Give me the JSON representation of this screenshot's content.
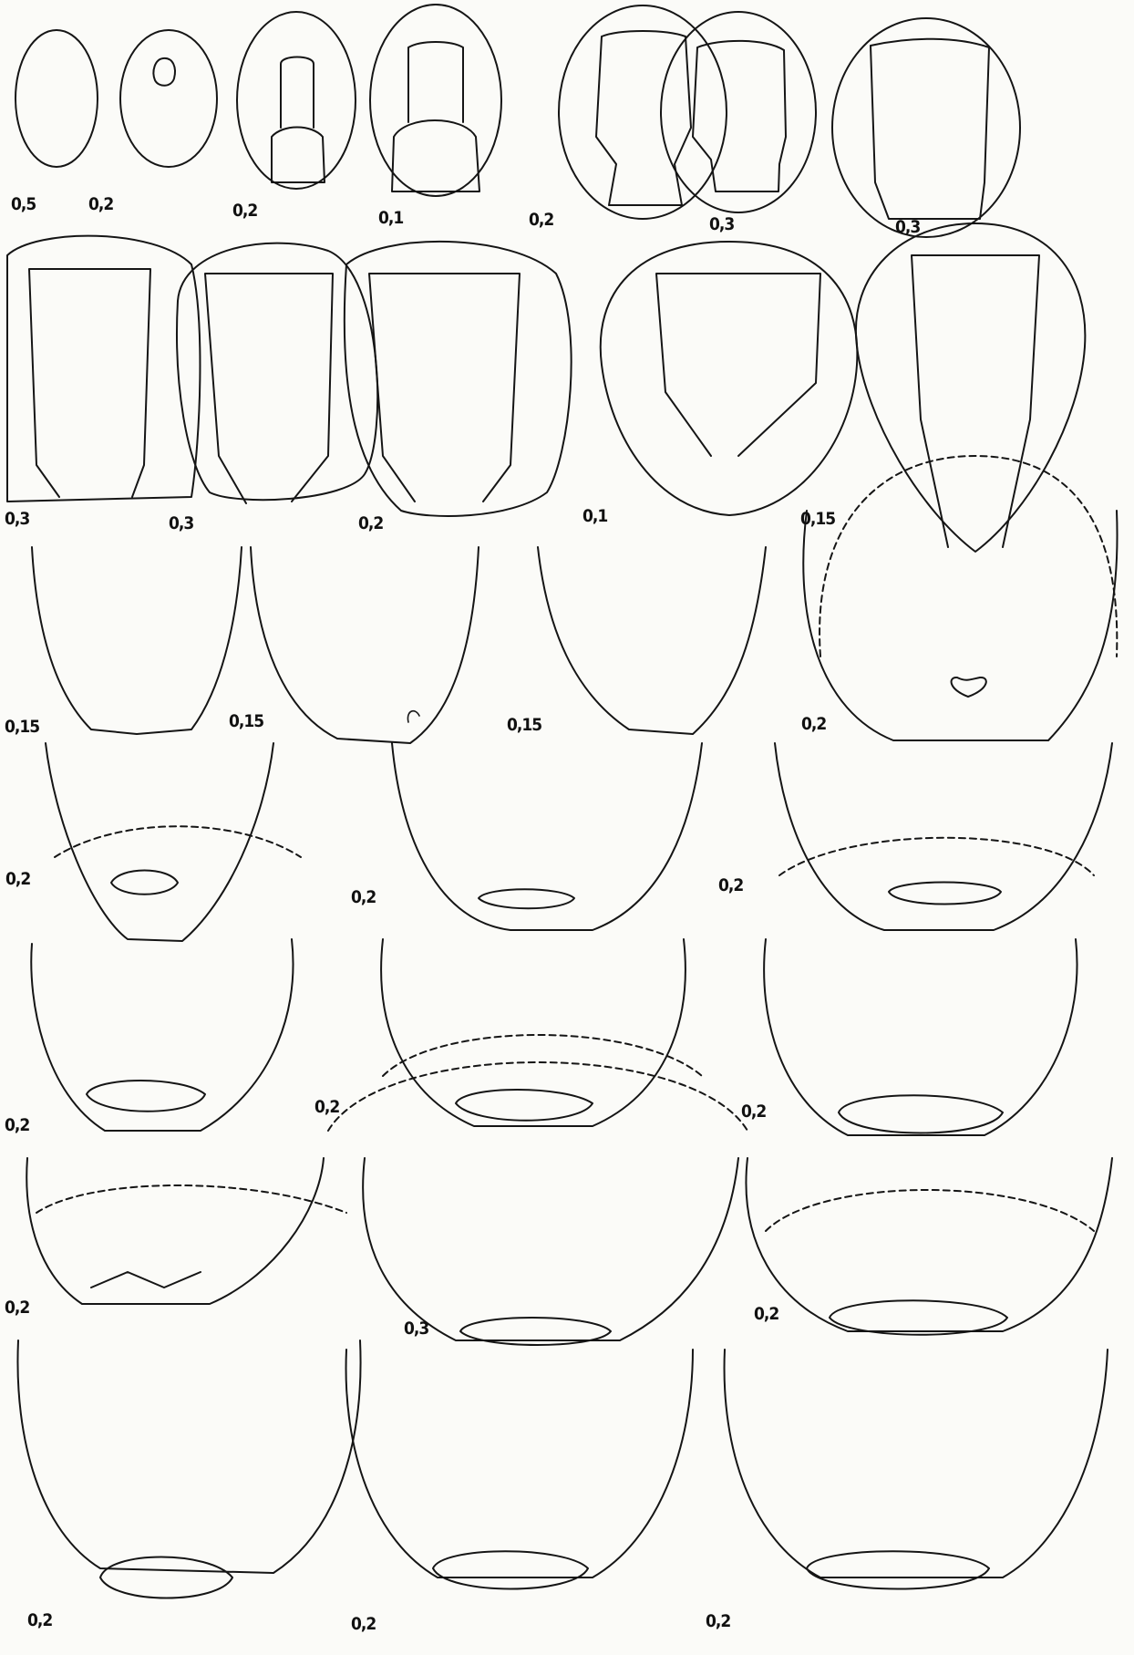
{
  "figure": {
    "labels": [
      "0,5",
      "0,2",
      "0,2",
      "0,1",
      "0,2",
      "0,3",
      "0,3",
      "0,3",
      "0,3",
      "0,2",
      "0,1",
      "0,15",
      "0,15",
      "0,15",
      "0,15",
      "0,2",
      "0,2",
      "0,2",
      "0,2",
      "0,2",
      "0,2",
      "0,2",
      "0,2",
      "0,3",
      "0,2",
      "0,2",
      "0,2",
      "0,2"
    ]
  }
}
